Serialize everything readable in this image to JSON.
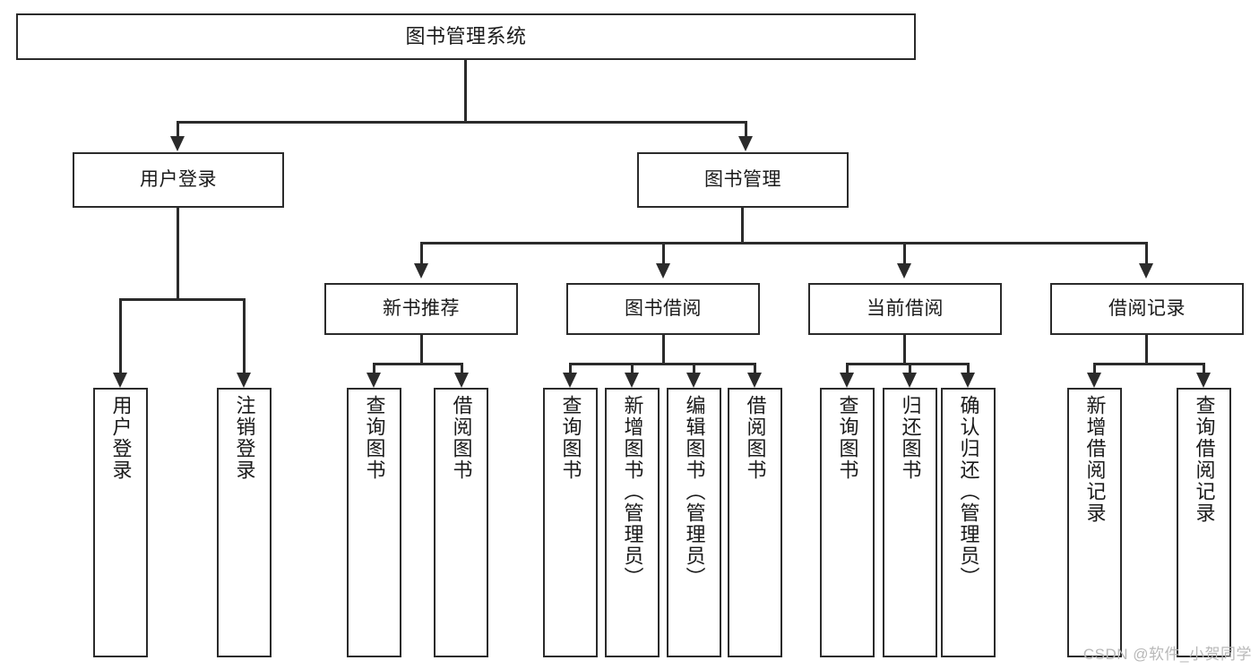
{
  "diagram": {
    "kind": "tree-structure-chart",
    "title": "图书管理系统",
    "root": {
      "label": "图书管理系统"
    },
    "level2": [
      {
        "label": "用户登录"
      },
      {
        "label": "图书管理"
      }
    ],
    "level3": [
      {
        "label": "新书推荐"
      },
      {
        "label": "图书借阅"
      },
      {
        "label": "当前借阅"
      },
      {
        "label": "借阅记录"
      }
    ],
    "leaves": {
      "user_login": [
        {
          "label": "用户登录"
        },
        {
          "label": "注销登录"
        }
      ],
      "new_book": [
        {
          "label": "查询图书"
        },
        {
          "label": "借阅图书"
        }
      ],
      "book_borrow": [
        {
          "label": "查询图书"
        },
        {
          "label": "新增图书（管理员）"
        },
        {
          "label": "编辑图书（管理员）"
        },
        {
          "label": "借阅图书"
        }
      ],
      "current_borrow": [
        {
          "label": "查询图书"
        },
        {
          "label": "归还图书"
        },
        {
          "label": "确认归还（管理员）"
        }
      ],
      "borrow_record": [
        {
          "label": "新增借阅记录"
        },
        {
          "label": "查询借阅记录"
        }
      ]
    }
  },
  "watermark": {
    "text": "CSDN @软件_小贺同学"
  },
  "colors": {
    "stroke": "#2b2b2b",
    "fill": "#ffffff",
    "text": "#1a1a1a",
    "watermark": "#b8b8b8"
  }
}
